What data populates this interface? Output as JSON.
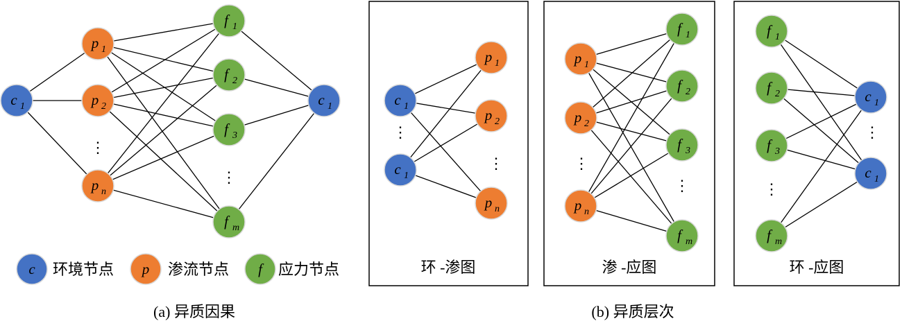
{
  "colors": {
    "environment": "#4472C4",
    "seepage": "#ED7D31",
    "stress": "#70AD47",
    "outline": "#D9D9D9"
  },
  "nodes": {
    "c": {
      "base": "c",
      "sub": "1"
    },
    "p1": {
      "base": "p",
      "sub": "1"
    },
    "p2": {
      "base": "p",
      "sub": "2"
    },
    "pn": {
      "base": "p",
      "sub": "n"
    },
    "f1": {
      "base": "f",
      "sub": "1"
    },
    "f2": {
      "base": "f",
      "sub": "2"
    },
    "f3": {
      "base": "f",
      "sub": "3"
    },
    "fm": {
      "base": "f",
      "sub": "m"
    }
  },
  "legend": {
    "environment_symbol": "c",
    "environment_label": "环境节点",
    "seepage_symbol": "p",
    "seepage_label": "渗流节点",
    "stress_symbol": "f",
    "stress_label": "应力节点"
  },
  "ellipsis": "⋮",
  "panels": {
    "env_seepage_title": "环 -渗图",
    "seepage_stress_title": "渗 -应图",
    "env_stress_title": "环 -应图"
  },
  "captions": {
    "a": "(a) 异质因果",
    "b": "(b) 异质层次"
  }
}
